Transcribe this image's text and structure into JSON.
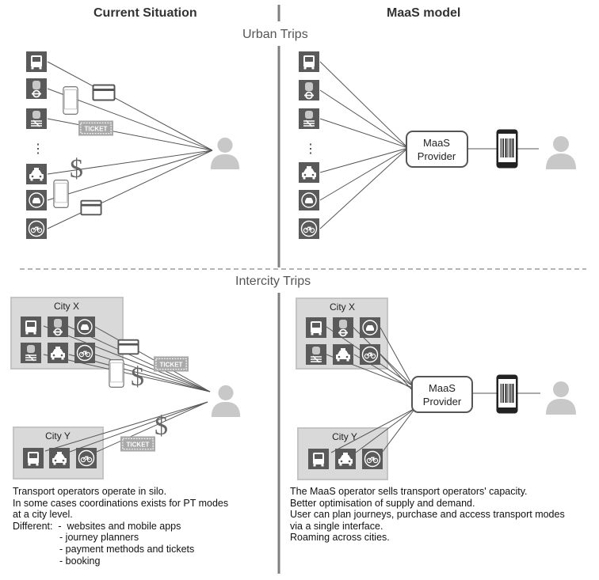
{
  "header": {
    "left_title": "Current Situation",
    "right_title": "MaaS model"
  },
  "sections": {
    "urban": "Urban Trips",
    "intercity": "Intercity Trips"
  },
  "provider_label_line1": "MaaS",
  "provider_label_line2": "Provider",
  "city_x": "City X",
  "city_y": "City Y",
  "ticket_text": "TICKET",
  "dollar_symbol": "$",
  "ellipsis": "⋮",
  "left_caption": [
    "Transport operators operate in silo.",
    "In some cases coordinations exists for PT modes",
    "at a city level.",
    "Different:  -  websites and mobile apps",
    "                 - journey planners",
    "                 - payment methods and tickets",
    "                 - booking"
  ],
  "right_caption": [
    "The MaaS operator sells transport operators' capacity.",
    "Better optimisation of supply and demand.",
    "User can plan journeys, purchase and access transport modes",
    "via a single interface.",
    "Roaming across cities."
  ],
  "colors": {
    "icon_bg": "#5a5a5a",
    "person": "#c8c8c8",
    "city_box": "#d9d9d9",
    "line": "#555555",
    "divider": "#7f7f7f"
  }
}
